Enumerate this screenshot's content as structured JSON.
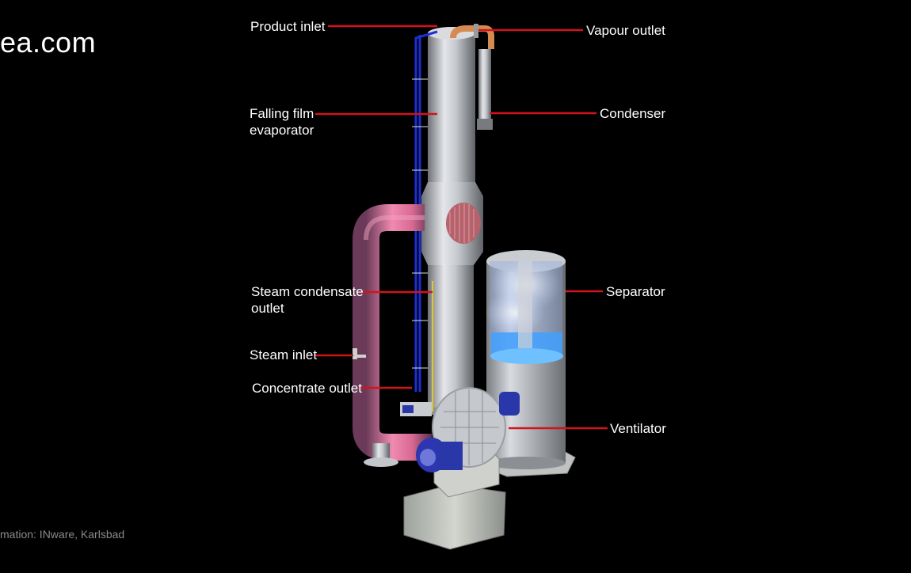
{
  "watermark": "ea.com",
  "credit": "mation: INware, Karlsbad",
  "labels": {
    "product_inlet": "Product inlet",
    "vapour_outlet": "Vapour outlet",
    "falling_film_1": "Falling film",
    "falling_film_2": "evaporator",
    "condenser": "Condenser",
    "steam_condensate_1": "Steam condensate",
    "steam_condensate_2": "outlet",
    "separator": "Separator",
    "steam_inlet": "Steam inlet",
    "concentrate_outlet": "Concentrate outlet",
    "ventilator": "Ventilator"
  },
  "colors": {
    "background": "#000000",
    "leader_line": "#d0141c",
    "steel": "#b9bcc1",
    "steam_pipe": "#d96a8a",
    "product_line": "#1c2fd6",
    "separator_liquid": "#3fa0ff"
  }
}
